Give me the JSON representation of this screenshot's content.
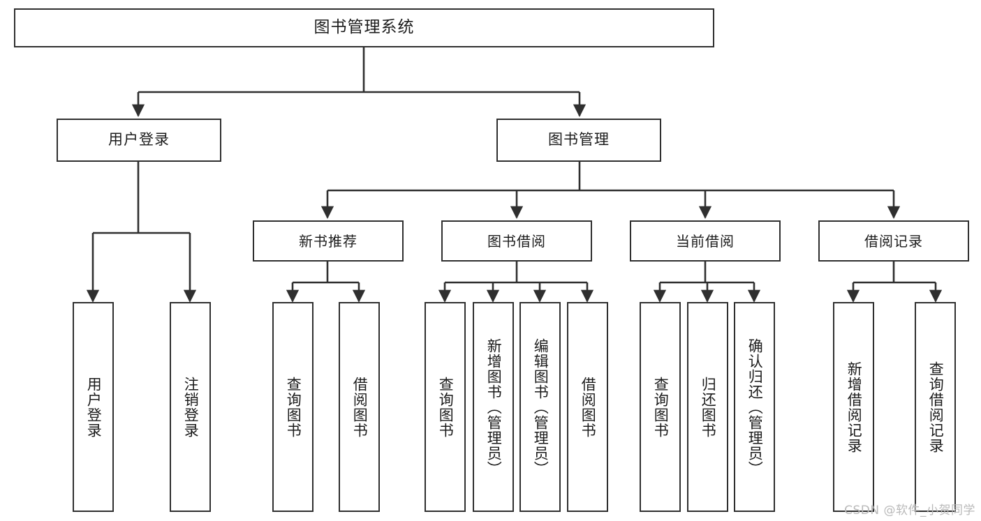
{
  "diagram": {
    "title": "图书管理系统",
    "root": {
      "label": "图书管理系统"
    },
    "level2": [
      {
        "label": "用户登录"
      },
      {
        "label": "图书管理"
      }
    ],
    "level3": [
      {
        "label": "新书推荐"
      },
      {
        "label": "图书借阅"
      },
      {
        "label": "当前借阅"
      },
      {
        "label": "借阅记录"
      }
    ],
    "leaves": [
      {
        "label": "用户登录"
      },
      {
        "label": "注销登录"
      },
      {
        "label": "查询图书"
      },
      {
        "label": "借阅图书"
      },
      {
        "label": "查询图书"
      },
      {
        "label": "新增图书（管理员）"
      },
      {
        "label": "编辑图书（管理员）"
      },
      {
        "label": "借阅图书"
      },
      {
        "label": "查询图书"
      },
      {
        "label": "归还图书"
      },
      {
        "label": "确认归还（管理员）"
      },
      {
        "label": "新增借阅记录"
      },
      {
        "label": "查询借阅记录"
      }
    ],
    "watermark": "CSDN @软件_小贺同学",
    "colors": {
      "stroke": "#2f2f2f",
      "fill": "#ffffff",
      "text": "#1b1b1b",
      "watermark": "#b9b9b9"
    }
  }
}
